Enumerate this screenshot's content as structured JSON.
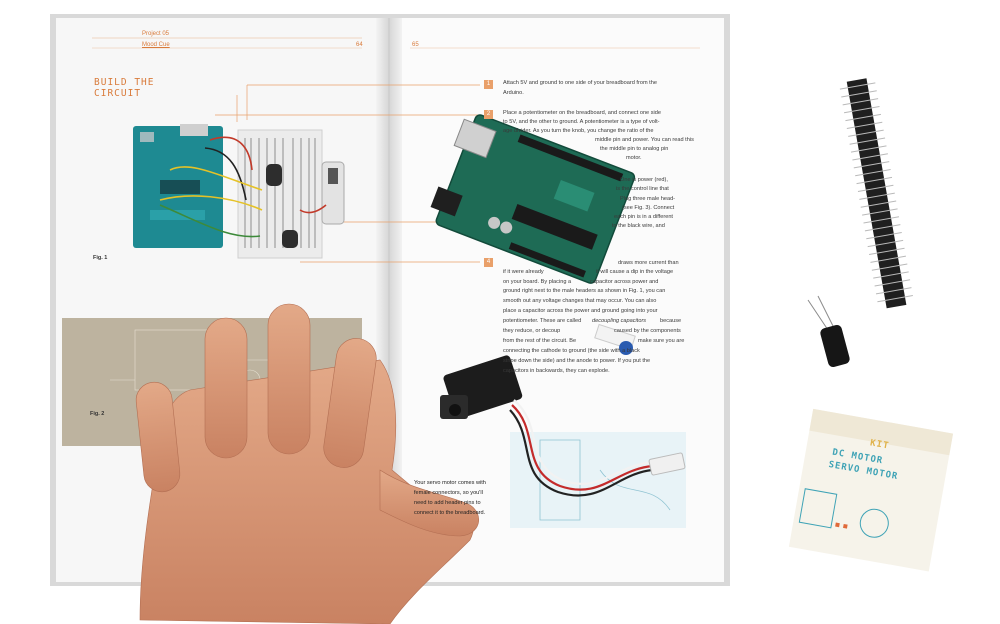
{
  "header": {
    "project": "Project 05",
    "subtitle": "Mood Cue"
  },
  "pages": {
    "left": "64",
    "right": "65"
  },
  "heading": [
    "BUILD THE",
    "CIRCUIT"
  ],
  "figures": {
    "fig1": "Fig. 1",
    "fig2": "Fig. 2"
  },
  "steps": [
    "1",
    "2",
    "4"
  ],
  "instructions": [
    "Attach 5V and ground to one side of your breadboard from the",
    "Arduino.",
    "Place a potentiometer on the breadboard, and connect one side",
    "to 5V, and the other to ground. A potentiometer is a type of volt-",
    "age divider. As you turn the knob, you change the ratio of the",
    "middle pin and power. You can read this",
    "the middle pin to analog pin",
    "motor."
  ],
  "instructions_mid": [
    "One is power (red),",
    "is the control line that",
    "Plug three male head-",
    "(see Fig. 3). Connect",
    "each pin is in a different",
    "to the black wire, and"
  ],
  "body_text": [
    "draws more current than",
    "if it were already",
    "it will cause a dip in the voltage",
    "on your board. By placing a",
    "capacitor across power and",
    "ground right next to the male headers as shown in Fig. 1, you can",
    "smooth out any voltage changes that may occur. You can also",
    "place a capacitor across the power and ground going into your",
    "potentiometer. These are called",
    "decoupling capacitors",
    "because",
    "they reduce, or decoup",
    "caused by the components",
    "from the rest of the circuit. Be",
    "make sure you are",
    "connecting the cathode to ground (the side with a black",
    "stripe down the side) and the anode to power. If you put the",
    "capacitors in backwards, they can explode."
  ],
  "servo_note": [
    "Your servo motor comes with",
    "female connectors, so you'll",
    "need to add header pins to",
    "connect it to the breadboard."
  ],
  "kit_box": {
    "line1": "KIT",
    "line2": "DC MOTOR",
    "line3": "SERVO MOTOR"
  },
  "colors": {
    "orange": "#d97b3b",
    "arduino_teal": "#1e8a92",
    "pcb_green": "#1e6b55",
    "skin": "#d99a78"
  }
}
